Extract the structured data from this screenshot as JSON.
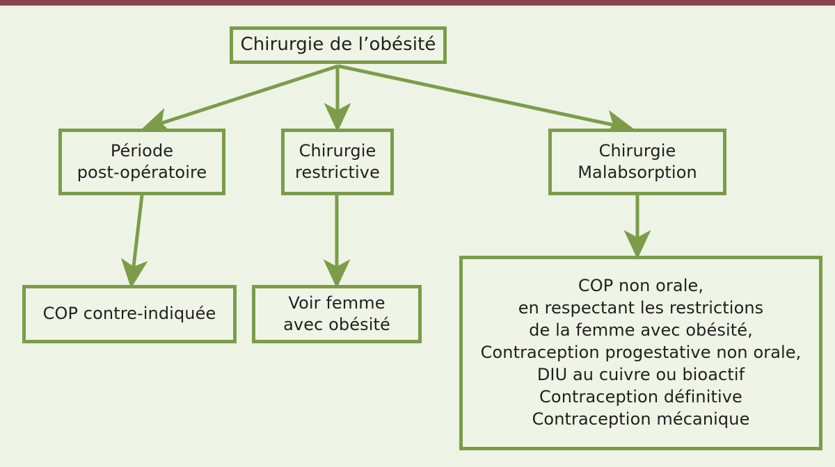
{
  "figure": {
    "title_bar_color": "#8c4150",
    "background_color": "#edf4e5",
    "node_border_color": "#7c9c4a",
    "node_fill_color": "#eef5e6",
    "text_color": "#231f20"
  },
  "nodes": {
    "root": {
      "id": "chirurgie-obesite",
      "lines": [
        "Chirurgie de l’obésité"
      ]
    },
    "post_op": {
      "id": "periode-post-operatoire",
      "lines": [
        "Période",
        "post-opératoire"
      ]
    },
    "restrictive": {
      "id": "chirurgie-restrictive",
      "lines": [
        "Chirurgie",
        "restrictive"
      ]
    },
    "malabsorption": {
      "id": "chirurgie-malabsorption",
      "lines": [
        "Chirurgie",
        "Malabsorption"
      ]
    },
    "cop_contre_indiquee": {
      "id": "cop-contre-indiquee",
      "lines": [
        "COP contre-indiquée"
      ]
    },
    "voir_femme": {
      "id": "voir-femme-avec-obesite",
      "lines": [
        "Voir femme",
        "avec obésité"
      ]
    },
    "recommandations": {
      "id": "recommandations-malabsorption",
      "lines": [
        "COP non orale,",
        "en respectant les restrictions",
        "de la femme avec obésité,",
        "Contraception progestative non orale,",
        "DIU au cuivre ou bioactif",
        "Contraception définitive",
        "Contraception mécanique"
      ]
    }
  },
  "edges": [
    {
      "id": "root-to-post-op",
      "from": "root",
      "to": "post_op",
      "style": "diagonal-arrow"
    },
    {
      "id": "root-to-restrictive",
      "from": "root",
      "to": "restrictive",
      "style": "vertical-arrow"
    },
    {
      "id": "root-to-malabsorption",
      "from": "root",
      "to": "malabsorption",
      "style": "diagonal-arrow"
    },
    {
      "id": "post-op-to-cop",
      "from": "post_op",
      "to": "cop_contre_indiquee",
      "style": "slanted-arrow"
    },
    {
      "id": "restrictive-to-voir-femme",
      "from": "restrictive",
      "to": "voir_femme",
      "style": "vertical-arrow"
    },
    {
      "id": "malabsorption-to-reco",
      "from": "malabsorption",
      "to": "recommandations",
      "style": "vertical-arrow"
    }
  ]
}
